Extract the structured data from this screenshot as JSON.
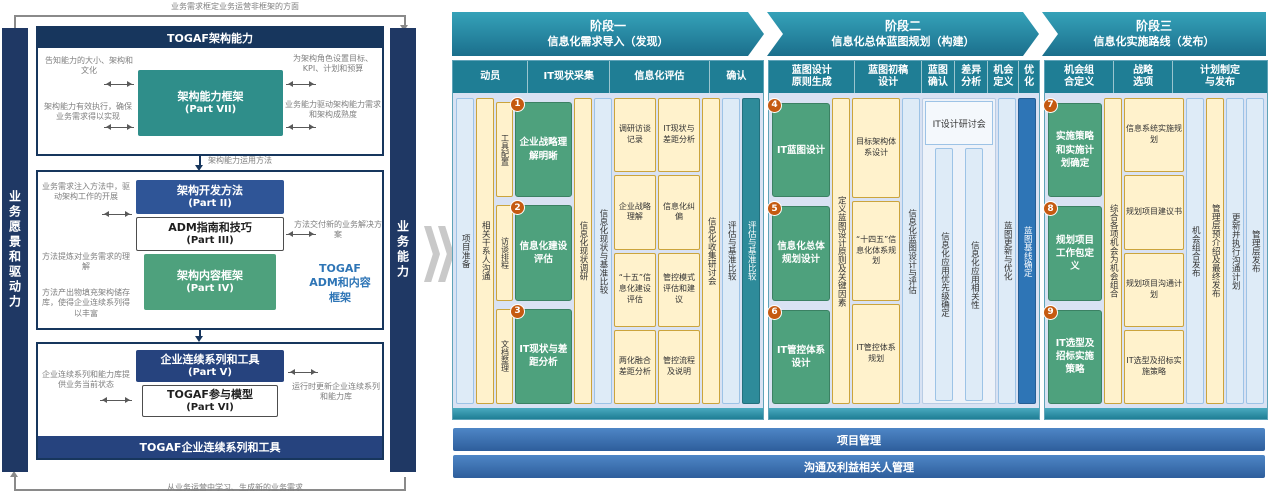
{
  "left": {
    "top_note": "业务需求框定业务运营非框架的方面",
    "bottom_note": "从业务运营中学习、生成新的业务需求",
    "vision_bar": "业务愿景和驱动力",
    "capability_bar": "业务能力",
    "capability": {
      "header": "TOGAF架构能力",
      "core": "架构能力框架",
      "core_part": "(Part VII)",
      "note_tl": "告知能力的大小、架构和文化",
      "note_tr": "为架构角色设置目标、KPI、计划和预算",
      "note_bl": "架构能力有效执行，确保业务需求得以实现",
      "note_br": "业务能力驱动架构能力需求和架构成熟度",
      "link_note": "架构能力运用方法"
    },
    "adm": {
      "method": "架构开发方法",
      "method_part": "(Part II)",
      "guide": "ADM指南和技巧",
      "guide_part": "(Part III)",
      "content": "架构内容框架",
      "content_part": "(Part IV)",
      "side_label": "TOGAF\nADM和内容\n框架",
      "note_l1": "业务需求注入方法中，驱动架构工作的开展",
      "note_l2": "方法提炼对业务需求的理解",
      "note_l3": "方法产出物填充架构储存库，使得企业连续系列得以丰富",
      "note_r1": "方法交付新的业务解决方案"
    },
    "continuum": {
      "tools": "企业连续系列和工具",
      "tools_part": "(Part V)",
      "model": "TOGAF参与模型",
      "model_part": "(Part VI)",
      "footer": "TOGAF企业连续系列和工具",
      "note_l": "企业连续系列和能力库提供业务当前状态",
      "note_r": "运行时更新企业连续系列和能力库"
    }
  },
  "right": {
    "phase1": {
      "title": "阶段一",
      "subtitle": "信息化需求导入（发现）",
      "groups": [
        "动员",
        "IT现状采集",
        "信息化评估",
        "确认"
      ],
      "prep": "项目准备",
      "stakeholder": "相关干系人沟通",
      "rows": [
        {
          "num": "1",
          "side": "工具配置",
          "main": "企业战略理解明晰"
        },
        {
          "num": "2",
          "side": "访谈排程",
          "main": "信息化建设评估"
        },
        {
          "num": "3",
          "side": "文档整理",
          "main": "IT现状与差距分析"
        }
      ],
      "survey": "信息化现状调研",
      "baseline1": "信息化现状与基准比较",
      "stack1": [
        "调研访谈记录",
        "企业战略理解",
        "“十五”信息化建设评估",
        "两化融合差距分析"
      ],
      "stack2": [
        "IT现状与差距分析",
        "信息化纠偏",
        "管控模式评估和建议",
        "管控流程及说明"
      ],
      "collect": "信息化收集研讨会",
      "baseline2": "评估与基准比较",
      "baseline3": "评估与基准比较"
    },
    "phase2": {
      "title": "阶段二",
      "subtitle": "信息化总体蓝图规划（构建）",
      "groups": [
        "蓝图设计\n原则生成",
        "蓝图初稿\n设计",
        "蓝图\n确认",
        "差异\n分析",
        "机会\n定义",
        "优化"
      ],
      "rows": [
        {
          "num": "4",
          "main": "IT蓝图设计"
        },
        {
          "num": "5",
          "main": "信息化总体规划设计"
        },
        {
          "num": "6",
          "main": "IT管控体系设计"
        }
      ],
      "principles": "定义蓝图设计原则及关键因素",
      "stack": [
        "目标架构体系设计",
        "“十四五”信息化体系规划",
        "IT管控体系规划"
      ],
      "design_eval": "信息化蓝图设计与评估",
      "workshop": "IT设计研讨会",
      "priority": "信息化应用优先级确定",
      "relevance": "信息化应用相关性",
      "update": "蓝图更新与优化",
      "baseline": "蓝图基线确定"
    },
    "phase3": {
      "title": "阶段三",
      "subtitle": "信息化实施路线（发布）",
      "groups": [
        "机会组\n合定义",
        "战略\n选项",
        "计划制定\n与发布"
      ],
      "rows": [
        {
          "num": "7",
          "main": "实施策略和实施计划确定"
        },
        {
          "num": "8",
          "main": "规划项目工作包定义"
        },
        {
          "num": "9",
          "main": "IT选型及招标实施策略"
        }
      ],
      "combine": "综合各项机会为机会组合",
      "stack": [
        "信息系统实施规划",
        "规划项目建议书",
        "规划项目沟通计划",
        "IT选型及招标实施策略"
      ],
      "publish": "机会组合发布",
      "preview": "管理层预介绍及最终发布",
      "comm": "更新并执行沟通计划",
      "release": "管理层发布"
    },
    "project_bar": "项目管理",
    "comm_bar": "沟通及利益相关人管理"
  }
}
